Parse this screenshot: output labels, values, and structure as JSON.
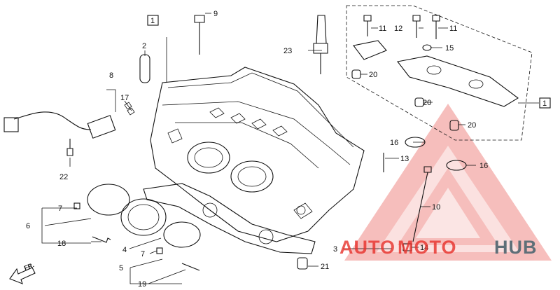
{
  "diagram": {
    "parts": [
      {
        "id": "p1a",
        "text": "1"
      },
      {
        "id": "p1b",
        "text": "1"
      },
      {
        "id": "p2",
        "text": "2"
      },
      {
        "id": "p3",
        "text": "3"
      },
      {
        "id": "p4",
        "text": "4"
      },
      {
        "id": "p5",
        "text": "5"
      },
      {
        "id": "p6",
        "text": "6"
      },
      {
        "id": "p7a",
        "text": "7"
      },
      {
        "id": "p7b",
        "text": "7"
      },
      {
        "id": "p8",
        "text": "8"
      },
      {
        "id": "p9",
        "text": "9"
      },
      {
        "id": "p10",
        "text": "10"
      },
      {
        "id": "p11a",
        "text": "11"
      },
      {
        "id": "p11b",
        "text": "11"
      },
      {
        "id": "p12",
        "text": "12"
      },
      {
        "id": "p13",
        "text": "13"
      },
      {
        "id": "p14",
        "text": "14"
      },
      {
        "id": "p15",
        "text": "15"
      },
      {
        "id": "p16a",
        "text": "16"
      },
      {
        "id": "p16b",
        "text": "16"
      },
      {
        "id": "p17",
        "text": "17"
      },
      {
        "id": "p18",
        "text": "18"
      },
      {
        "id": "p19",
        "text": "19"
      },
      {
        "id": "p20a",
        "text": "20"
      },
      {
        "id": "p20b",
        "text": "20"
      },
      {
        "id": "p20c",
        "text": "20"
      },
      {
        "id": "p21",
        "text": "21"
      },
      {
        "id": "p22",
        "text": "22"
      },
      {
        "id": "p23",
        "text": "23"
      }
    ],
    "direction_marker": "FR.",
    "watermark": {
      "part1": "AUTO",
      "part2": "MOTO",
      "part3": "HUB",
      "color_red": "#e8302a",
      "color_gray": "#5f6f78"
    }
  }
}
